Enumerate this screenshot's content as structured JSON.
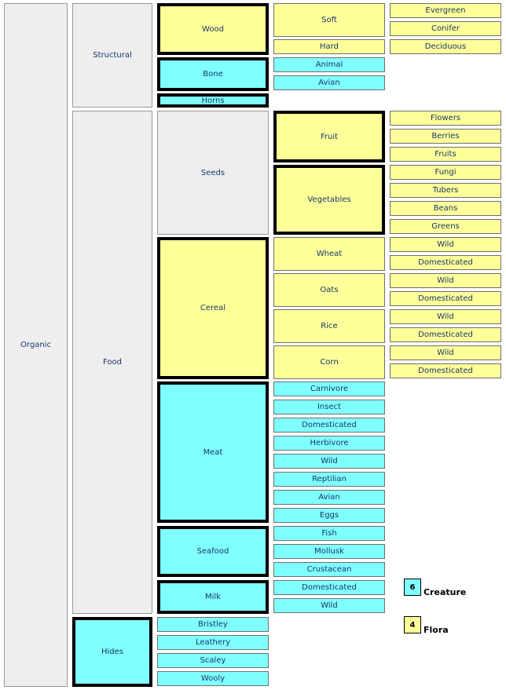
{
  "colors": {
    "creature": "#80ffff",
    "flora": "#ffff99",
    "neutral": "#eeeeee"
  },
  "nodes": {
    "organic": "Organic",
    "structural": "Structural",
    "food": "Food",
    "hides": "Hides",
    "wood": "Wood",
    "bone": "Bone",
    "horns": "Horns",
    "seeds": "Seeds",
    "cereal": "Cereal",
    "meat": "Meat",
    "seafood": "Seafood",
    "milk": "Milk",
    "bristley": "Bristley",
    "leathery": "Leathery",
    "scaley": "Scaley",
    "wooly": "Wooly",
    "soft": "Soft",
    "hard": "Hard",
    "animal": "Animal",
    "avian_bone": "Avian",
    "fruit": "Fruit",
    "vegetables": "Vegetables",
    "wheat": "Wheat",
    "oats": "Oats",
    "rice": "Rice",
    "corn": "Corn",
    "meat_carnivore": "Carnivore",
    "meat_insect": "Insect",
    "meat_domesticated": "Domesticated",
    "meat_herbivore": "Herbivore",
    "meat_wild": "Wild",
    "meat_reptilian": "Reptilian",
    "meat_avian": "Avian",
    "meat_eggs": "Eggs",
    "seafood_fish": "Fish",
    "seafood_mollusk": "Mollusk",
    "seafood_crustacean": "Crustacean",
    "milk_domesticated": "Domesticated",
    "milk_wild": "Wild",
    "soft_evergreen": "Evergreen",
    "soft_conifer": "Conifer",
    "hard_deciduous": "Deciduous",
    "fruit_flowers": "Flowers",
    "fruit_berries": "Berries",
    "fruit_fruits": "Fruits",
    "veg_fungi": "Fungi",
    "veg_tubers": "Tubers",
    "veg_beans": "Beans",
    "veg_greens": "Greens",
    "wheat_wild": "Wild",
    "wheat_domesticated": "Domesticated",
    "oats_wild": "Wild",
    "oats_domesticated": "Domesticated",
    "rice_wild": "Wild",
    "rice_domesticated": "Domesticated",
    "corn_wild": "Wild",
    "corn_domesticated": "Domesticated"
  },
  "legend": {
    "creature": {
      "count": "6",
      "label": "Creature"
    },
    "flora": {
      "count": "4",
      "label": "Flora"
    }
  }
}
